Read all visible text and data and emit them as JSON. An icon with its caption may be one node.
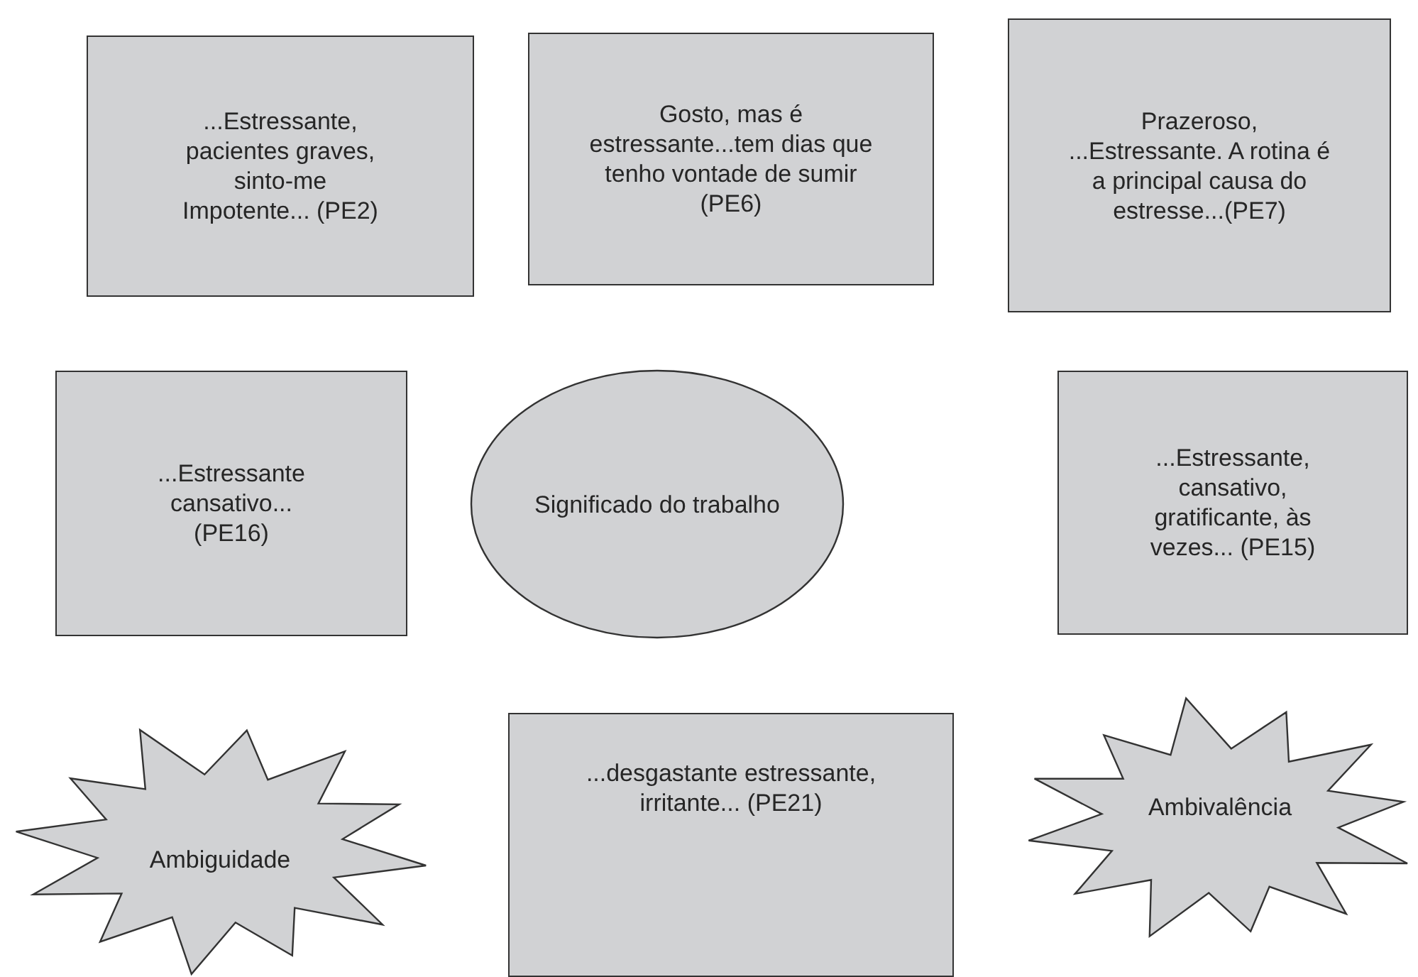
{
  "diagram": {
    "nodes": [
      {
        "text": [
          "...Estressante, pacientes graves, sinto-me Impotente... (PE2)"
        ]
      },
      {
        "text": [
          "Gosto, mas é estressante...tem dias que tenho vontade de sumir (PE6)"
        ]
      },
      {
        "text": [
          "Prazeroso, ...Estressante. A rotina é a principal causa do estresse...(PE7)"
        ]
      },
      {
        "text": [
          "...Estressante cansativo... (PE16)"
        ]
      },
      {
        "text": [
          "Significado do trabalho"
        ]
      },
      {
        "text": [
          "...Estressante, cansativo, gratificante, às vezes... (PE15)"
        ]
      },
      {
        "text": [
          "Ambiguidade"
        ]
      },
      {
        "text": [
          "...desgastante estressante, irritante... (PE21)"
        ]
      },
      {
        "text": [
          "Ambivalência"
        ]
      }
    ]
  }
}
